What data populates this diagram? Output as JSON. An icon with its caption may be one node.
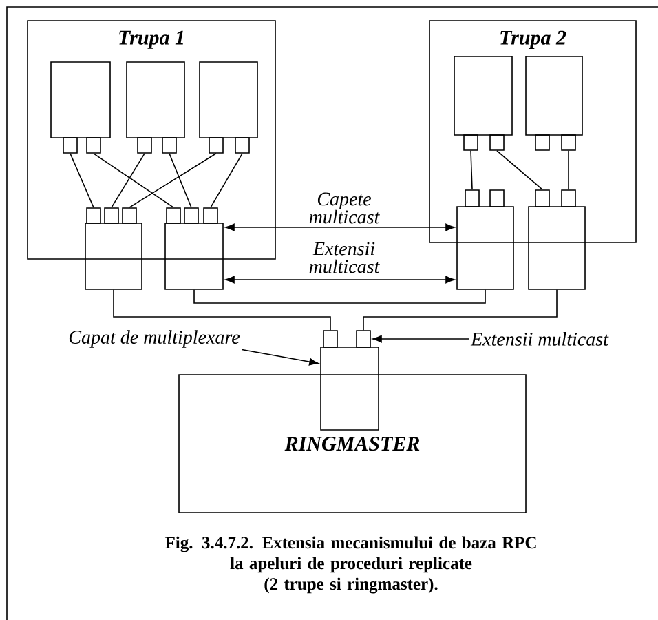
{
  "diagram": {
    "caption": "Fig. 3.4.7.2. Extensia mecanismului de baza RPC la apeluri de proceduri replicate (2 trupe si ringmaster).",
    "nodes": [
      {
        "text": [
          "Trupa 1"
        ]
      },
      {
        "text": [
          "Trupa 2"
        ]
      },
      {
        "text": [],
        "shape": "box",
        "in": 0
      },
      {
        "text": [],
        "shape": "box",
        "in": 0
      },
      {
        "text": [],
        "shape": "box",
        "in": 0
      },
      {
        "text": [],
        "shape": "box",
        "in": 1
      },
      {
        "text": [],
        "shape": "box",
        "in": 1
      },
      {
        "text": [],
        "shape": "box",
        "in": 0
      },
      {
        "text": [],
        "shape": "box",
        "in": 0
      },
      {
        "text": [],
        "shape": "box",
        "in": 0
      },
      {
        "text": [],
        "shape": "box",
        "in": 0
      },
      {
        "text": [],
        "shape": "box",
        "in": 0
      },
      {
        "text": [],
        "shape": "box",
        "in": 0
      },
      {
        "text": [],
        "shape": "box",
        "in": 1
      },
      {
        "text": [],
        "shape": "box",
        "in": 1
      },
      {
        "text": [],
        "shape": "box",
        "in": 1
      },
      {
        "text": [],
        "shape": "box",
        "in": 1
      },
      {
        "text": [],
        "shape": "box",
        "in": 0
      },
      {
        "text": [],
        "shape": "box",
        "in": 0
      },
      {
        "text": [],
        "shape": "box",
        "in": 0
      },
      {
        "text": [],
        "shape": "box",
        "in": 0
      },
      {
        "text": [],
        "shape": "box",
        "in": 0
      },
      {
        "text": [],
        "shape": "box",
        "in": 0
      },
      {
        "text": [],
        "shape": "box",
        "in": 1
      },
      {
        "text": [],
        "shape": "box",
        "in": 1
      },
      {
        "text": [],
        "shape": "box",
        "in": 1
      },
      {
        "text": [],
        "shape": "box",
        "in": 1
      },
      {
        "text": [],
        "shape": "box"
      },
      {
        "text": [],
        "shape": "box"
      },
      {
        "text": [],
        "shape": "box"
      },
      {
        "text": [],
        "shape": "box"
      },
      {
        "text": [
          "Capat de multiplexare"
        ]
      },
      {
        "text": [
          "Extensii multicast"
        ]
      },
      {
        "text": [],
        "shape": "box"
      },
      {
        "text": [],
        "shape": "box"
      },
      {
        "text": [],
        "shape": "box"
      },
      {
        "text": [
          "RINGMASTER"
        ]
      }
    ],
    "edges": [
      {
        "from": 7,
        "to": 17,
        "arrow": "none"
      },
      {
        "from": 8,
        "to": 20,
        "arrow": "none"
      },
      {
        "from": 9,
        "to": 18,
        "arrow": "none"
      },
      {
        "from": 10,
        "to": 21,
        "arrow": "none"
      },
      {
        "from": 11,
        "to": 19,
        "arrow": "none"
      },
      {
        "from": 12,
        "to": 22,
        "arrow": "none"
      },
      {
        "from": 13,
        "to": 23,
        "arrow": "none"
      },
      {
        "from": 14,
        "to": 25,
        "arrow": "none"
      },
      {
        "from": 16,
        "to": 26,
        "arrow": "none"
      },
      {
        "from": 28,
        "to": 29,
        "arrow": "both",
        "label": "Capete multicast"
      },
      {
        "from": 28,
        "to": 29,
        "arrow": "both",
        "label": "Extensii multicast"
      },
      {
        "from": 27,
        "to": 33,
        "arrow": "none"
      },
      {
        "from": 28,
        "to": 29,
        "arrow": "none"
      },
      {
        "from": 30,
        "to": 34,
        "arrow": "none"
      },
      {
        "from": 31,
        "to": 35,
        "arrow": "to"
      },
      {
        "from": 32,
        "to": 34,
        "arrow": "to"
      }
    ]
  }
}
